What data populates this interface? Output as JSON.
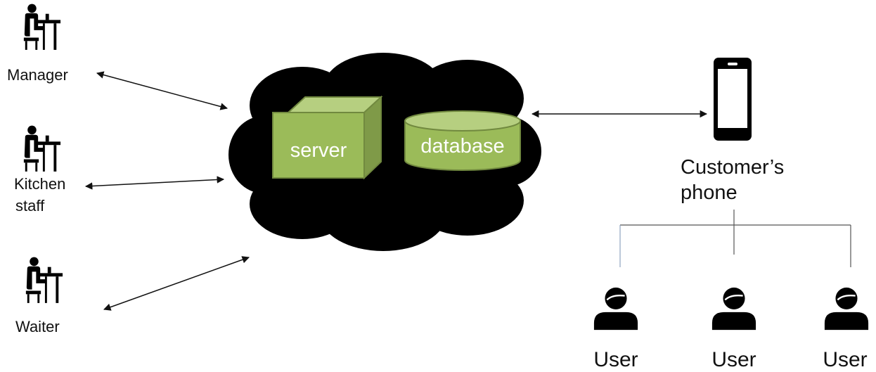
{
  "roles": [
    {
      "id": "manager",
      "label": "Manager",
      "icon": "person-at-desk-icon"
    },
    {
      "id": "kitchen",
      "label": "Kitchen staff",
      "line1": "Kitchen",
      "line2": "staff",
      "icon": "person-at-desk-icon"
    },
    {
      "id": "waiter",
      "label": "Waiter",
      "icon": "person-at-desk-icon"
    }
  ],
  "cloud": {
    "server_label": "server",
    "database_label": "database",
    "cloud_color": "#000000",
    "component_fill": "#9BBB59",
    "component_stroke": "#71893F"
  },
  "phone": {
    "line1": "Customer’s",
    "line2": "phone",
    "icon": "smartphone-icon"
  },
  "users": [
    {
      "label": "User",
      "icon": "user-icon"
    },
    {
      "label": "User",
      "icon": "user-icon"
    },
    {
      "label": "User",
      "icon": "user-icon"
    }
  ]
}
